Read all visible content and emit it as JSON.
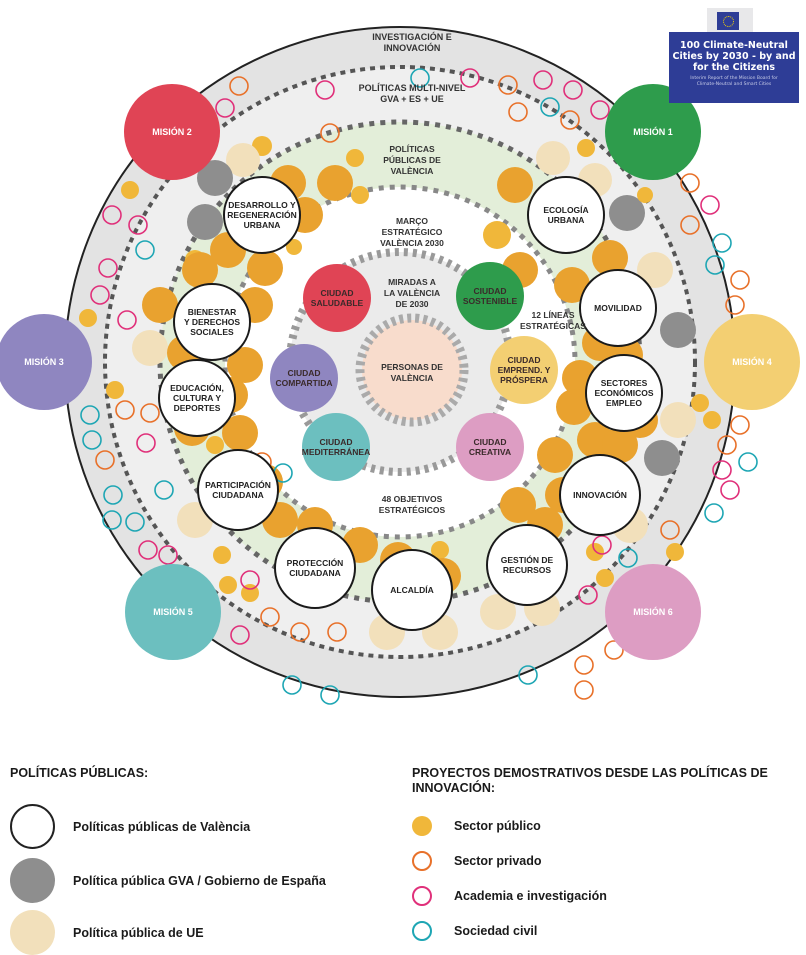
{
  "diagram": {
    "rings": {
      "outer_label": [
        "INVESTIGACIÓN E",
        "INNOVACIÓN"
      ],
      "multilevel_label": [
        "POLÍTICAS MULTI-NIVEL",
        "GVA + ES + UE"
      ],
      "valencia_label": [
        "POLÍTICAS",
        "PÚBLICAS DE",
        "VALÈNCIA"
      ],
      "marco_label": [
        "MARÇO",
        "ESTRATÉGICO",
        "VALÈNCIA 2030"
      ],
      "miradas_label": [
        "MIRADAS A",
        "LA VALÈNCIA",
        "DE 2030"
      ],
      "lineas_label": [
        "12 LÍNEAS",
        "ESTRATÉGICAS"
      ],
      "objetivos_label": [
        "48 OBJETIVOS",
        "ESTRATÉGICOS"
      ],
      "center_label": [
        "PERSONAS DE",
        "VALÈNCIA"
      ]
    },
    "missions": [
      {
        "label": "MISIÓN 1",
        "color": "#2e9c4c"
      },
      {
        "label": "MISIÓN 2",
        "color": "#e04455"
      },
      {
        "label": "MISIÓN 3",
        "color": "#8f86c0"
      },
      {
        "label": "MISIÓN 4",
        "color": "#f3cf72"
      },
      {
        "label": "MISIÓN 5",
        "color": "#6cbfbf"
      },
      {
        "label": "MISIÓN 6",
        "color": "#dd9dc3"
      }
    ],
    "miradas": [
      {
        "lines": [
          "CIUDAD",
          "SALUDABLE"
        ],
        "color": "#e04455"
      },
      {
        "lines": [
          "CIUDAD",
          "SOSTENIBLE"
        ],
        "color": "#2e9c4c"
      },
      {
        "lines": [
          "CIUDAD",
          "COMPARTIDA"
        ],
        "color": "#8f86c0"
      },
      {
        "lines": [
          "CIUDAD",
          "EMPREND. Y",
          "PRÓSPERA"
        ],
        "color": "#f3cf72"
      },
      {
        "lines": [
          "CIUDAD",
          "MEDITERRÁNEA"
        ],
        "color": "#6cbfbf"
      },
      {
        "lines": [
          "CIUDAD",
          "CREATIVA"
        ],
        "color": "#dd9dc3"
      }
    ],
    "policies": [
      {
        "lines": [
          "DESARROLLO Y",
          "REGENERACIÓN",
          "URBANA"
        ]
      },
      {
        "lines": [
          "ECOLOGÍA",
          "URBANA"
        ]
      },
      {
        "lines": [
          "BIENESTAR",
          "Y DERECHOS",
          "SOCIALES"
        ]
      },
      {
        "lines": [
          "MOVILIDAD"
        ]
      },
      {
        "lines": [
          "EDUCACIÓN,",
          "CULTURA Y",
          "DEPORTES"
        ]
      },
      {
        "lines": [
          "SECTORES",
          "ECONÓMICOS",
          "EMPLEO"
        ]
      },
      {
        "lines": [
          "PARTICIPACIÓN",
          "CIUDADANA"
        ]
      },
      {
        "lines": [
          "INNOVACIÓN"
        ]
      },
      {
        "lines": [
          "PROTECCIÓN",
          "CIUDADANA"
        ]
      },
      {
        "lines": [
          "ALCALDÍA"
        ]
      },
      {
        "lines": [
          "GESTIÓN DE",
          "RECURSOS"
        ]
      }
    ]
  },
  "report_cover": {
    "title": [
      "100 Climate-Neutral",
      "Cities by 2030 - by and",
      "for the Citizens"
    ],
    "subtitle": [
      "Interim Report of the Mission Board for",
      "Climate-Neutral and Smart Cities"
    ],
    "brand_color": "#2e3d96"
  },
  "legend_left": {
    "title": "POLÍTICAS PÚBLICAS:",
    "items": [
      {
        "label": "Políticas públicas de València",
        "swatch": "white-outline"
      },
      {
        "label": "Política pública GVA / Gobierno de España",
        "swatch": "#8e8e8e"
      },
      {
        "label": "Política pública de UE",
        "swatch": "#f2e0bb"
      }
    ]
  },
  "legend_right": {
    "title": [
      "PROYECTOS DEMOSTRATIVOS DESDE LAS POLÍTICAS DE",
      "INNOVACIÓN:"
    ],
    "items": [
      {
        "label": "Sector público",
        "color": "#f0b73a",
        "filled": true
      },
      {
        "label": "Sector privado",
        "color": "#e8712a",
        "filled": false
      },
      {
        "label": "Academia e investigación",
        "color": "#e0307a",
        "filled": false
      },
      {
        "label": "Sociedad civil",
        "color": "#1ea6b4",
        "filled": false
      }
    ]
  },
  "colors": {
    "orange_fill": "#e9a22f",
    "yellow_fill": "#f0b73a",
    "grey_fill": "#8e8e8e",
    "eu_fill": "#f2e0bb",
    "ring_grey": "#e3e3e3",
    "ring_light": "#efefef",
    "ring_green": "#e3eed9",
    "center_fill": "#f8dccc"
  }
}
